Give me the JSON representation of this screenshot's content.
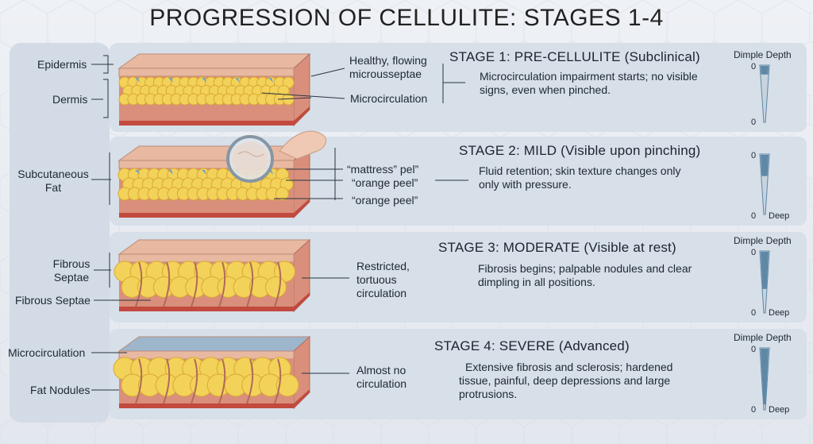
{
  "title": "PROGRESSION OF CELLULITE: STAGES 1-4",
  "left_labels": {
    "epidermis": "Epidermis",
    "dermis": "Dermis",
    "subcutaneous_fat": [
      "Subcutaneous",
      "Fat"
    ],
    "fibrous_septae_1": [
      "Fibrous",
      "Septae"
    ],
    "fibrous_septae_2": "Fibrous Septae",
    "microcirculation": "Microcirculation",
    "fat_nodules": "Fat Nodules"
  },
  "stages": [
    {
      "title": "STAGE 1: PRE-CELLULITE (Subclinical)",
      "description": [
        "Microcirculation impairment starts; no visible",
        "signs, even when pinched."
      ],
      "callouts": [
        [
          "Healthy, flowing",
          "microusseptae"
        ],
        [
          "Microcirculation"
        ]
      ],
      "gauge": {
        "title": "Dimple Depth",
        "top": "0",
        "bottom": "0",
        "end": "",
        "level": 0.15
      }
    },
    {
      "title": "STAGE 2: MILD (Visible upon pinching)",
      "description": [
        "Fluid retention; skin texture changes only",
        "only with pressure."
      ],
      "callouts": [
        [
          "“mattress” pel”"
        ],
        [
          "“orange peel”"
        ],
        [
          "“orange peel”"
        ]
      ],
      "gauge": {
        "title": "",
        "top": "0",
        "bottom": "0",
        "end": "Deep",
        "level": 0.35
      }
    },
    {
      "title": "STAGE 3: MODERATE (Visible at rest)",
      "description": [
        "Fibrosis begins; palpable nodules and clear",
        "dimpling in all positions."
      ],
      "callouts": [
        [
          "Restricted,",
          "tortuous",
          "circulation"
        ]
      ],
      "gauge": {
        "title": "Dimple Depth",
        "top": "0",
        "bottom": "0",
        "end": "Deep",
        "level": 0.6
      }
    },
    {
      "title": "STAGE 4: SEVERE (Advanced)",
      "description": [
        "Extensive fibrosis and sclerosis; hardened",
        "tissue, painful, deep depressions and large",
        "protrusions."
      ],
      "callouts": [
        [
          "Almost no",
          "circulation"
        ]
      ],
      "gauge": {
        "title": "Dimple Depth",
        "top": "0",
        "bottom": "0",
        "end": "Deep",
        "level": 0.9
      }
    }
  ],
  "colors": {
    "epidermis": "#e8b9a0",
    "dermis": "#d98f7c",
    "fat": "#f3d25a",
    "fat_dark": "#d9a933",
    "vessel": "#c24a3e",
    "gauge": "#5f88a6",
    "stage4_surface": "#9db6cc",
    "arrow": "#6fa3c4"
  }
}
